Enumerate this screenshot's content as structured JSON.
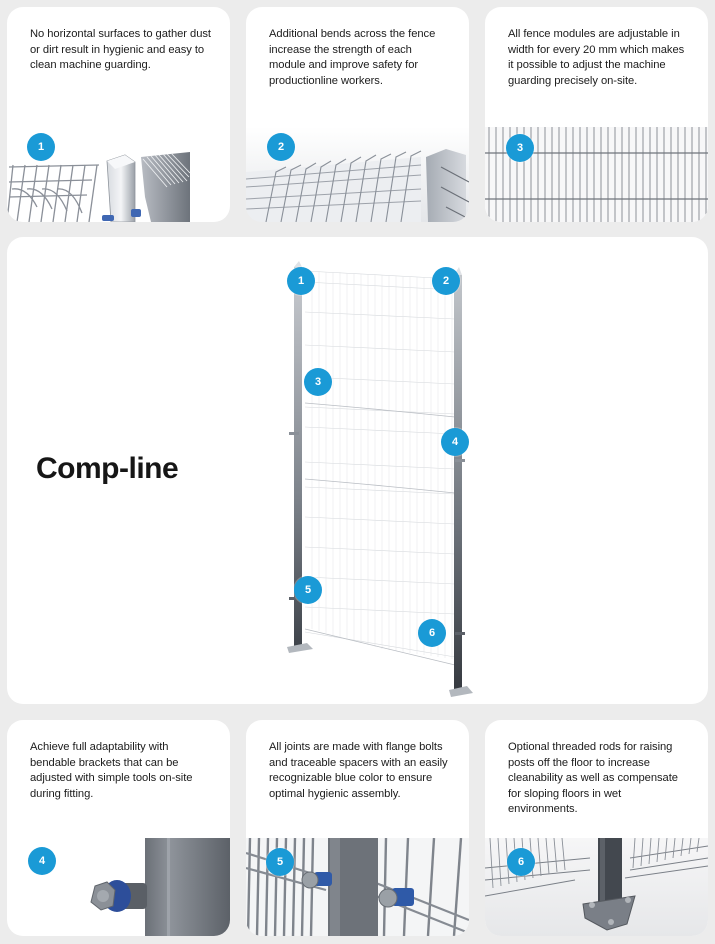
{
  "theme": {
    "background": "#ececec",
    "card": "#ffffff",
    "badge": "#1a9ad6",
    "text": "#1c1c1c"
  },
  "top_features": [
    {
      "number": "1",
      "text": "No horizontal surfaces to gather dust or dirt result in hygienic and easy to clean machine guarding.",
      "image": "fence-post-corner-closeup"
    },
    {
      "number": "2",
      "text": "Additional bends across the fence increase the strength of each module and improve safety for productionline workers.",
      "image": "fence-bend-closeup"
    },
    {
      "number": "3",
      "text": "All fence modules are adjustable in width for every 20 mm which makes it possible to adjust the machine guarding precisely on-site.",
      "image": "fence-mesh-grid"
    }
  ],
  "hero": {
    "title": "Comp-line",
    "image": "fence-module-full",
    "markers": [
      "1",
      "2",
      "3",
      "4",
      "5",
      "6"
    ]
  },
  "bottom_features": [
    {
      "number": "4",
      "text": "Achieve full adaptability with bendable brackets that can be adjusted with simple tools on-site during fitting.",
      "image": "bracket-bolt-closeup"
    },
    {
      "number": "5",
      "text": "All joints are made with flange bolts and traceable spacers with an easily recognizable blue color to ensure optimal hygienic assembly.",
      "image": "flange-bolt-joint-closeup"
    },
    {
      "number": "6",
      "text": "Optional threaded rods for raising posts off the floor to increase cleanability as well as compensate for sloping floors in wet environments.",
      "image": "post-foot-plate-closeup"
    }
  ]
}
